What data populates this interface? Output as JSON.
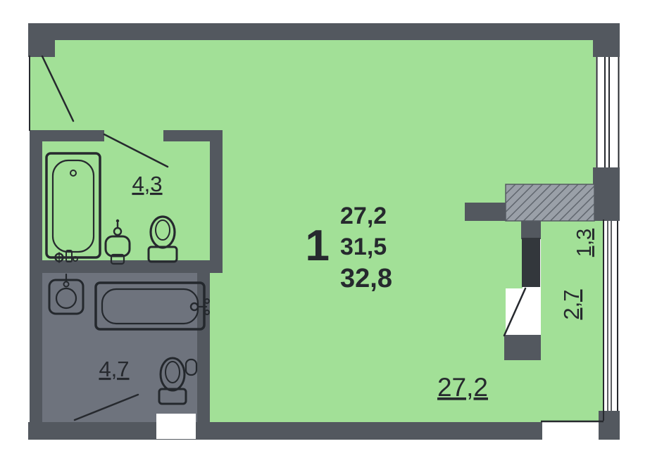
{
  "plan": {
    "summary": {
      "rooms_count": "1",
      "living_area": "27,2",
      "total_area": "31,5",
      "overall_area": "32,8"
    },
    "labels": {
      "bathroom_top": "4,3",
      "bathroom_bottom": "4,7",
      "main_room": "27,2",
      "balcony": "2,7",
      "balcony_small": "1,3"
    }
  },
  "colors": {
    "room_green": "#a2e097",
    "wall_dark": "#53585f",
    "bath_gray": "#6e737d",
    "hatch_gray": "#9aa0a8",
    "ink": "#26292e"
  }
}
